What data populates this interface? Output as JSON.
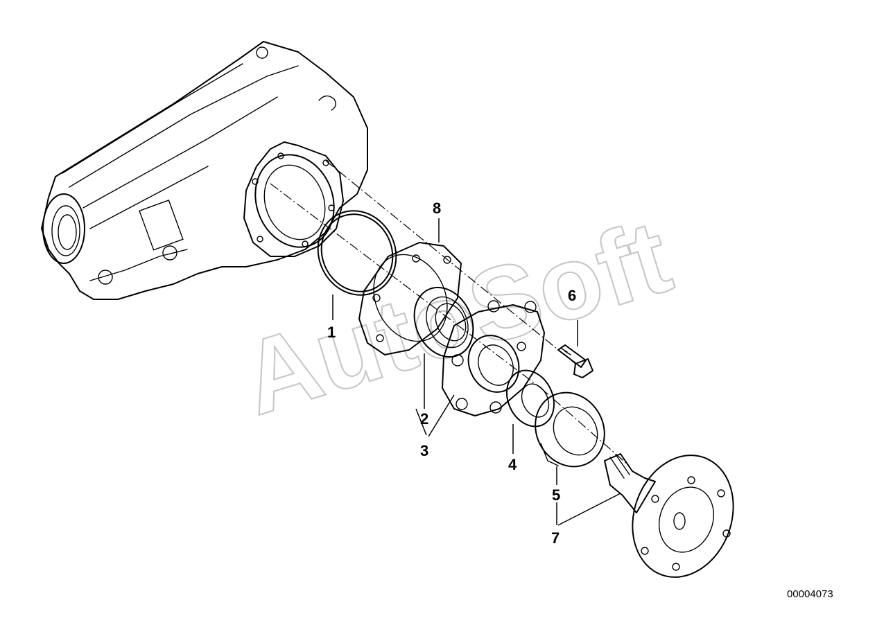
{
  "diagram": {
    "watermark": "AutoSoft",
    "reference_number": "00004073",
    "callouts": [
      {
        "id": "1",
        "label": "1"
      },
      {
        "id": "2",
        "label": "2"
      },
      {
        "id": "3",
        "label": "3"
      },
      {
        "id": "4",
        "label": "4"
      },
      {
        "id": "5",
        "label": "5"
      },
      {
        "id": "6",
        "label": "6"
      },
      {
        "id": "7",
        "label": "7"
      },
      {
        "id": "8",
        "label": "8"
      }
    ]
  }
}
